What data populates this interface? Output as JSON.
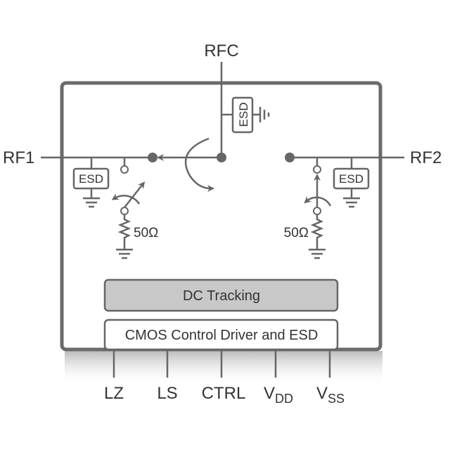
{
  "ports": {
    "rfc": "RFC",
    "rf1": "RF1",
    "rf2": "RF2"
  },
  "components": {
    "esd_top": "ESD",
    "esd_left": "ESD",
    "esd_right": "ESD",
    "res_left": "50Ω",
    "res_right": "50Ω"
  },
  "blocks": {
    "dc_tracking": "DC Tracking",
    "cmos": "CMOS Control Driver and ESD"
  },
  "pins": [
    {
      "main": "LZ",
      "sub": ""
    },
    {
      "main": "LS",
      "sub": ""
    },
    {
      "main": "CTRL",
      "sub": ""
    },
    {
      "main": "V",
      "sub": "DD"
    },
    {
      "main": "V",
      "sub": "SS"
    }
  ],
  "colors": {
    "line": "#666666",
    "dc_tracking_fill": "#c8c8c8",
    "text": "#333333"
  }
}
